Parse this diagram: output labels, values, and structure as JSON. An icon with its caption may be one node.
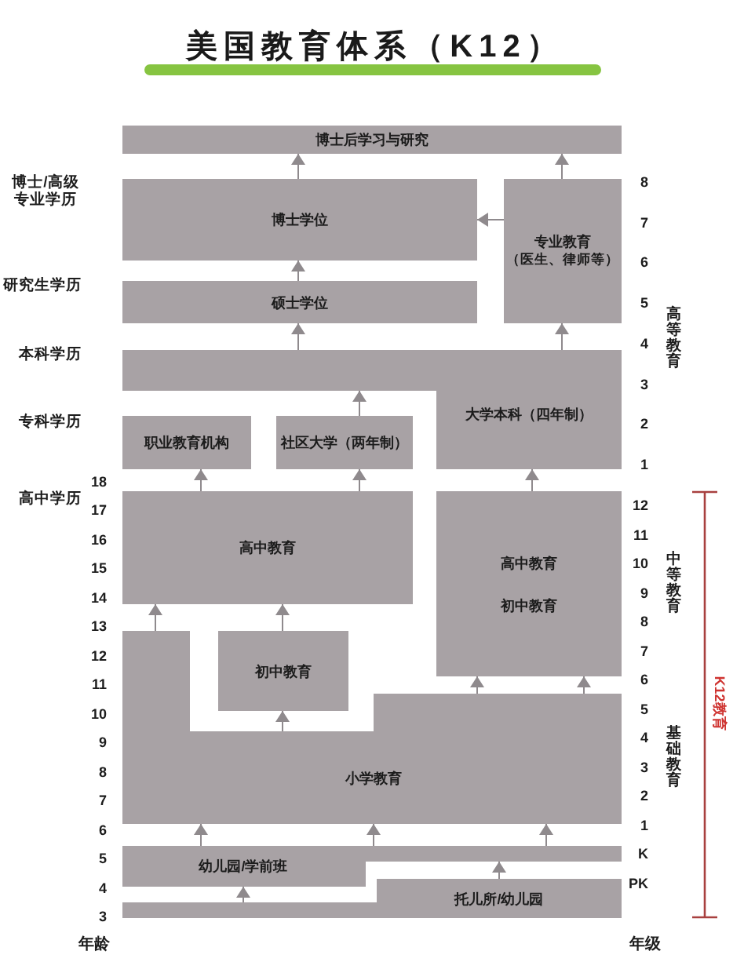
{
  "diagram": {
    "title": "美国教育体系（K12）",
    "nodes": [
      {
        "text": [
          "博士后学习与研究"
        ]
      },
      {
        "text": [
          "博士学位"
        ]
      },
      {
        "text": [
          "专业教育",
          "（医生、律师等）"
        ]
      },
      {
        "text": [
          "硕士学位"
        ]
      },
      {
        "text": [
          "大学本科（四年制）"
        ]
      },
      {
        "text": [
          "职业教育机构"
        ]
      },
      {
        "text": [
          "社区大学（两年制）"
        ]
      },
      {
        "text": [
          "高中教育"
        ]
      },
      {
        "text": [
          "高中教育",
          "初中教育"
        ]
      },
      {
        "text": [
          "初中教育"
        ]
      },
      {
        "text": [
          "小学教育"
        ]
      },
      {
        "text": [
          "幼儿园/学前班"
        ]
      },
      {
        "text": [
          "托儿所/幼儿园"
        ]
      }
    ],
    "edges": [
      {
        "from": 1,
        "to": 0,
        "arrow": "to"
      },
      {
        "from": 2,
        "to": 0,
        "arrow": "to"
      },
      {
        "from": 2,
        "to": 1,
        "arrow": "to"
      },
      {
        "from": 3,
        "to": 1,
        "arrow": "to"
      },
      {
        "from": 4,
        "to": 3,
        "arrow": "to"
      },
      {
        "from": 4,
        "to": 2,
        "arrow": "to"
      },
      {
        "from": 6,
        "to": 4,
        "arrow": "to"
      },
      {
        "from": 7,
        "to": 5,
        "arrow": "to"
      },
      {
        "from": 7,
        "to": 6,
        "arrow": "to"
      },
      {
        "from": 8,
        "to": 4,
        "arrow": "to"
      },
      {
        "from": 10,
        "to": 7,
        "arrow": "to"
      },
      {
        "from": 9,
        "to": 7,
        "arrow": "to"
      },
      {
        "from": 10,
        "to": 9,
        "arrow": "to"
      },
      {
        "from": 10,
        "to": 8,
        "arrow": "to"
      },
      {
        "from": 10,
        "to": 8,
        "arrow": "to"
      },
      {
        "from": 11,
        "to": 10,
        "arrow": "to"
      },
      {
        "from": 11,
        "to": 10,
        "arrow": "to"
      },
      {
        "from": 11,
        "to": 10,
        "arrow": "to"
      },
      {
        "from": 12,
        "to": 11,
        "arrow": "to"
      },
      {
        "from": 12,
        "to": 11,
        "arrow": "to"
      }
    ],
    "labels": [
      "博士/高级专业学历",
      "研究生学历",
      "本科学历",
      "专科学历",
      "高中学历",
      "18",
      "17",
      "16",
      "15",
      "14",
      "13",
      "12",
      "11",
      "10",
      "9",
      "8",
      "7",
      "6",
      "5",
      "4",
      "3",
      "年龄",
      "8",
      "7",
      "6",
      "5",
      "4",
      "3",
      "2",
      "1",
      "12",
      "11",
      "10",
      "9",
      "8",
      "7",
      "6",
      "5",
      "4",
      "3",
      "2",
      "1",
      "K",
      "PK",
      "年级",
      "高等教育",
      "中等教育",
      "基础教育",
      "K12教育"
    ]
  }
}
